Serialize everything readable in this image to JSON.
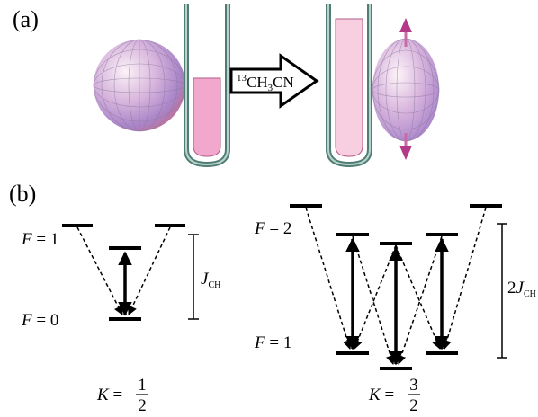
{
  "panel_a": {
    "label": "(a)",
    "reagent": {
      "mass_number": "13",
      "formula_part1": "CH",
      "subscript": "3",
      "formula_part2": "CN"
    }
  },
  "panel_b": {
    "label": "(b)",
    "left_diagram": {
      "upper_state": {
        "var": "F",
        "eq": " = ",
        "value": "1"
      },
      "lower_state": {
        "var": "F",
        "eq": " = ",
        "value": "0"
      },
      "splitting": {
        "symbol": "J",
        "subscript": "CH"
      },
      "k_label": {
        "var": "K",
        "eq": " = ",
        "numerator": "1",
        "denominator": "2"
      }
    },
    "right_diagram": {
      "upper_state": {
        "var": "F",
        "eq": " = ",
        "value": "2"
      },
      "lower_state": {
        "var": "F",
        "eq": " = ",
        "value": "1"
      },
      "splitting": {
        "prefix": "2",
        "symbol": "J",
        "subscript": "CH"
      },
      "k_label": {
        "var": "K",
        "eq": " = ",
        "numerator": "3",
        "denominator": "2"
      }
    }
  },
  "colors": {
    "tube_outline": "#4f7d74",
    "liquid_short": "#f2a8cc",
    "liquid_tall": "#f8cfe0",
    "arrow_tip": "#b23a86"
  }
}
